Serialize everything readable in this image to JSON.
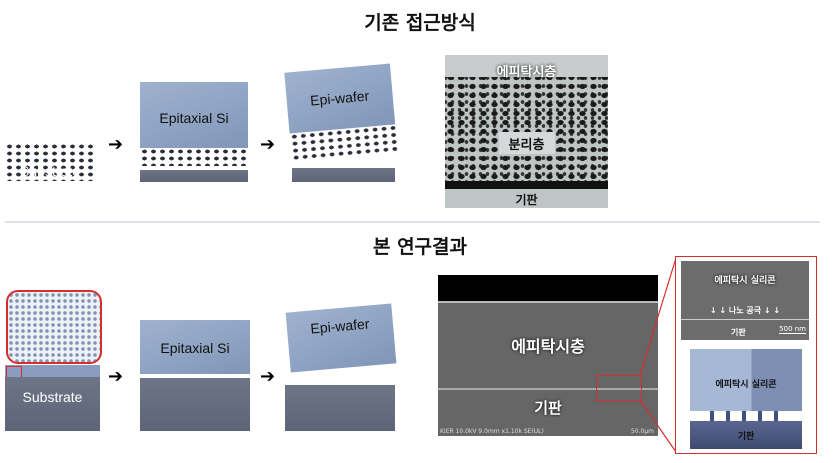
{
  "top_section": {
    "title": "기존 접근방식",
    "substrate_label": "Substrate",
    "epitaxial_label": "Epitaxial Si",
    "epiwafer_label": "Epi-wafer",
    "sem": {
      "epi_layer": "에피탁시층",
      "separation_layer": "분리층",
      "substrate": "기판"
    }
  },
  "bottom_section": {
    "title": "본 연구결과",
    "substrate_label": "Substrate",
    "epitaxial_label": "Epitaxial Si",
    "epiwafer_label": "Epi-wafer",
    "sem": {
      "epi_layer": "에피탁시층",
      "substrate": "기판",
      "info_bar": "KIER 10.0kV 9.0mm x1.10k SE(UL)",
      "scale": "50.0μm"
    },
    "inset": {
      "epi_silicon": "에피탁시 실리콘",
      "nano_voids": "나노 공극",
      "substrate": "기판",
      "scale": "500 nm"
    },
    "model": {
      "epi_silicon": "에피탁시 실리콘",
      "substrate": "기판"
    }
  },
  "colors": {
    "highlight": "#d32f2f",
    "divider": "#dde2ea"
  }
}
